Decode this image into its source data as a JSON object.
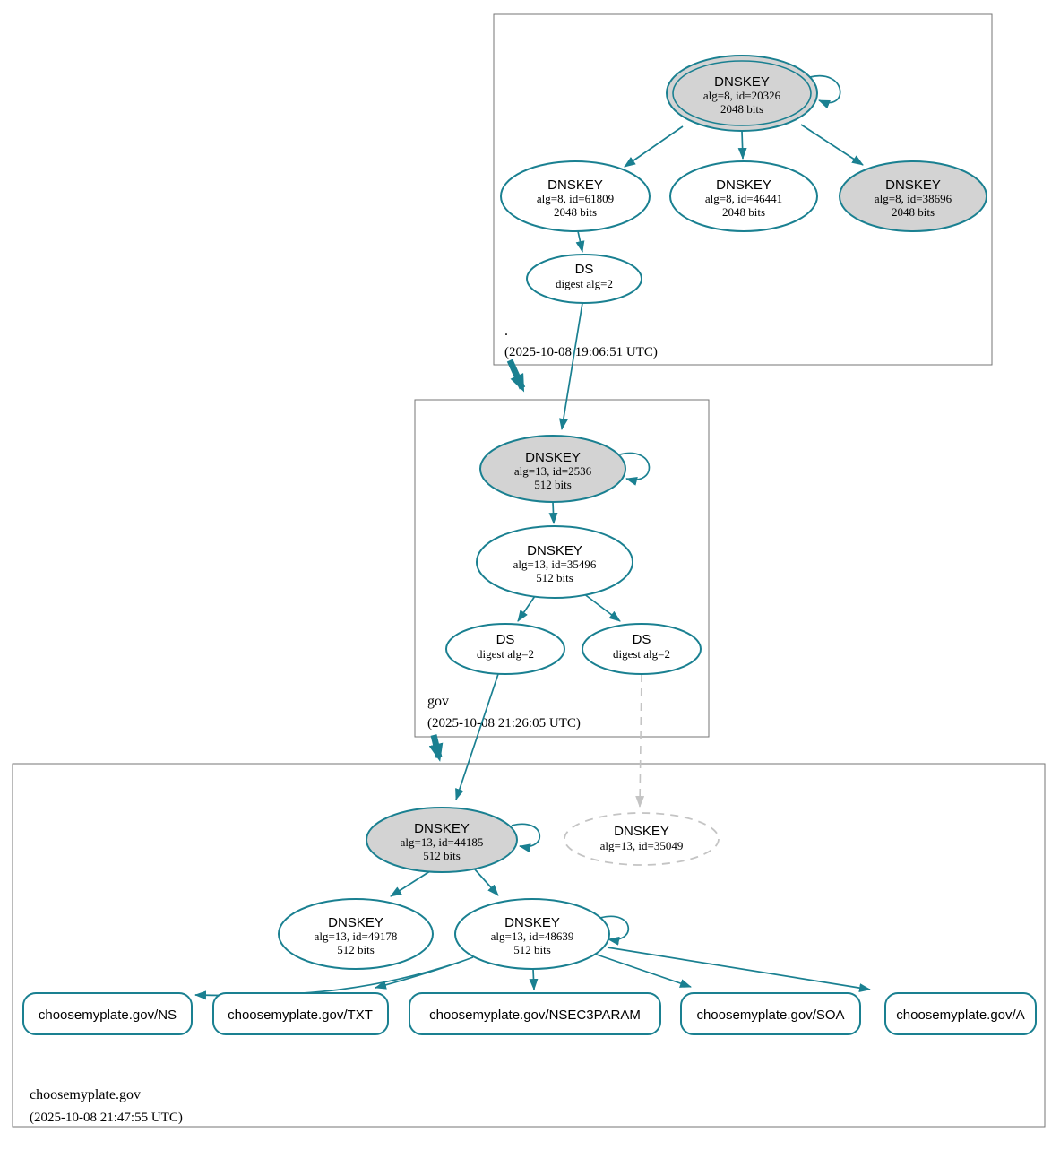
{
  "diagram": {
    "kind": "dnssec-authentication-chain",
    "colors": {
      "secure_edge_teal": "#1a8091",
      "key_fill_gray": "#d3d3d3",
      "missing_gray": "#c4c4c4",
      "zone_box_border": "#767676"
    },
    "zones": {
      "root": {
        "name": ".",
        "timestamp": "(2025-10-08 19:06:51 UTC)",
        "nodes": {
          "ksk_20326": {
            "title": "DNSKEY",
            "detail1": "alg=8, id=20326",
            "detail2": "2048 bits"
          },
          "zsk_61809": {
            "title": "DNSKEY",
            "detail1": "alg=8, id=61809",
            "detail2": "2048 bits"
          },
          "zsk_46441": {
            "title": "DNSKEY",
            "detail1": "alg=8, id=46441",
            "detail2": "2048 bits"
          },
          "ksk_38696": {
            "title": "DNSKEY",
            "detail1": "alg=8, id=38696",
            "detail2": "2048 bits"
          },
          "ds": {
            "title": "DS",
            "detail1": "digest alg=2"
          }
        }
      },
      "gov": {
        "name": "gov",
        "timestamp": "(2025-10-08 21:26:05 UTC)",
        "nodes": {
          "ksk_2536": {
            "title": "DNSKEY",
            "detail1": "alg=13, id=2536",
            "detail2": "512 bits"
          },
          "zsk_35496": {
            "title": "DNSKEY",
            "detail1": "alg=13, id=35496",
            "detail2": "512 bits"
          },
          "ds_left": {
            "title": "DS",
            "detail1": "digest alg=2"
          },
          "ds_right": {
            "title": "DS",
            "detail1": "digest alg=2"
          }
        }
      },
      "cmp": {
        "name": "choosemyplate.gov",
        "timestamp": "(2025-10-08 21:47:55 UTC)",
        "nodes": {
          "ksk_44185": {
            "title": "DNSKEY",
            "detail1": "alg=13, id=44185",
            "detail2": "512 bits"
          },
          "missing_35049": {
            "title": "DNSKEY",
            "detail1": "alg=13, id=35049"
          },
          "zsk_49178": {
            "title": "DNSKEY",
            "detail1": "alg=13, id=49178",
            "detail2": "512 bits"
          },
          "zsk_48639": {
            "title": "DNSKEY",
            "detail1": "alg=13, id=48639",
            "detail2": "512 bits"
          }
        },
        "rrsets": [
          {
            "label": "choosemyplate.gov/NS"
          },
          {
            "label": "choosemyplate.gov/TXT"
          },
          {
            "label": "choosemyplate.gov/NSEC3PARAM"
          },
          {
            "label": "choosemyplate.gov/SOA"
          },
          {
            "label": "choosemyplate.gov/A"
          }
        ]
      }
    }
  }
}
